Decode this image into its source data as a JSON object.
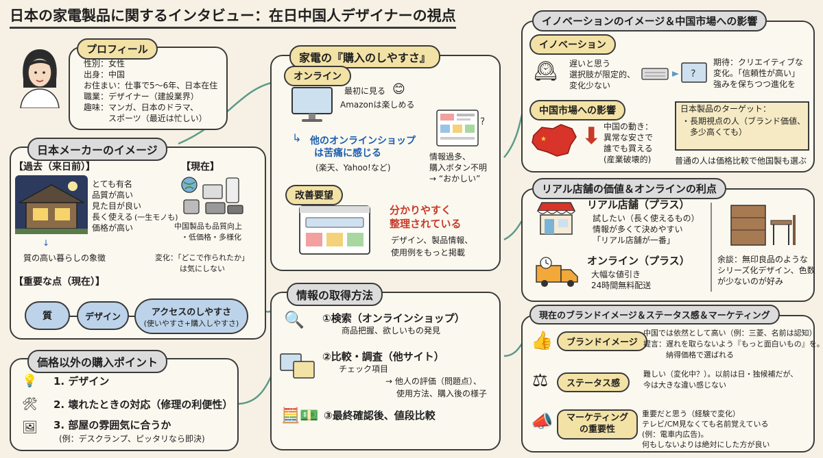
{
  "title": "日本の家電製品に関するインタビュー：在日中国人デザイナーの視点",
  "profile": {
    "heading": "プロフィール",
    "lines": [
      "性別：女性",
      "出身：中国",
      "お住まい：仕事で5〜6年、日本在住",
      "職業：デザイナー（建設業界）",
      "趣味：マンガ、日本のドラマ、",
      "　　　スポーツ（最近は忙しい）"
    ]
  },
  "maker": {
    "heading": "日本メーカーのイメージ",
    "past_label": "【過去（来日前）】",
    "past_lines": [
      "とても有名",
      "品質が高い",
      "見た目が良い",
      "長く使える",
      "価格が高い"
    ],
    "past_note": "(一生モノも)",
    "past_result": "質の高い暮らしの象徴",
    "now_label": "【現在】",
    "now_lines": [
      "中国製品も品質向上",
      "・低価格・多様化"
    ],
    "change_lines": [
      "変化：「どこで作られたか」",
      "は気にしない"
    ],
    "important_label": "【重要な点（現在）】",
    "points": [
      "質",
      "デザイン",
      "アクセスのしやすさ"
    ],
    "points_sub": "(使いやすさ+購入しやすさ)"
  },
  "other": {
    "heading": "価格以外の購入ポイント",
    "items": [
      "1. デザイン",
      "2. 壊れたときの対応（修理の利便性）",
      "3. 部屋の雰囲気に合うか"
    ],
    "item3_sub": "(例：デスクランプ、ピッタリなら即決)"
  },
  "ease": {
    "heading": "家電の『購入のしやすさ』",
    "online_label": "オンライン",
    "first_look": "最初に見る",
    "amazon": "Amazonは楽しめる",
    "other_shop_lines": [
      "他のオンラインショップ",
      "は苦痛に感じる"
    ],
    "other_shop_sub": "(楽天、Yahoo!など)",
    "info_lines": [
      "情報過多、",
      "購入ボタン不明",
      "→ “おかしい”"
    ],
    "improve_label": "改善要望",
    "improve_red": [
      "分かりやすく",
      "整理されている"
    ],
    "improve_lines": [
      "デザイン、製品情報、",
      "使用例をもっと掲載"
    ]
  },
  "info": {
    "heading": "情報の取得方法",
    "step1_title": "①検索（オンラインショップ）",
    "step1_sub": "商品把握、欲しいもの発見",
    "step2_title": "②比較・調査（他サイト）",
    "step2_sub": "チェック項目",
    "step2_lines": [
      "→ 他人の評価（問題点）、",
      "使用方法、購入後の様子"
    ],
    "step3_title": "③最終確認後、値段比較"
  },
  "innov": {
    "heading": "イノベーションのイメージ＆中国市場への影響",
    "sub1": "イノベーション",
    "slow_lines": [
      "遅いと思う",
      "選択肢が限定的、",
      "変化少ない"
    ],
    "expect_lines": [
      "期待：クリエイティブな",
      "変化。「信頼性が高い」",
      "強みを保ちつつ進化を"
    ],
    "sub2": "中国市場への影響",
    "china_lines": [
      "中国の動き：",
      "異常な安さで",
      "誰でも買える",
      "(産業破壊的)"
    ],
    "target_lines": [
      "日本製品のターゲット：",
      "・長期視点の人（ブランド価値、",
      "　多少高くても）"
    ],
    "normal": "普通の人は価格比較で他国製も選ぶ"
  },
  "store": {
    "heading": "リアル店舗の価値＆オンラインの利点",
    "real_title": "リアル店舗（プラス）",
    "real_lines": [
      "試したい（長く使えるもの）",
      "情報が多くて決めやすい",
      "「リアル店舗が一番」"
    ],
    "online_title": "オンライン（プラス）",
    "online_lines": [
      "大幅な値引き",
      "24時間無料配送"
    ],
    "aside_lines": [
      "余談：無印良品のような",
      "シリーズ化デザイン、色数",
      "が少ないのが好み"
    ]
  },
  "brand": {
    "heading": "現在のブランドイメージ＆ステータス感＆マーケティング",
    "b1_label": "ブランドイメージ",
    "b1_lines": [
      "中国では依然として高い（例：三菱、名前は認知）",
      "提言：遅れを取らないよう『もっと面白いもの』を。",
      "　　　納得価格で選ばれる"
    ],
    "b2_label": "ステータス感",
    "b2_lines": [
      "難しい（変化中？）。以前は日・独候補だが、",
      "今は大きな違い感じない"
    ],
    "b3_label_lines": [
      "マーケティング",
      "の重要性"
    ],
    "b3_lines": [
      "重要だと思う（経験で変化）",
      "テレビ/CM見なくても名前覚えている",
      "(例：電車内広告)。",
      "何もしないよりは絶対にした方が良い"
    ]
  },
  "colors": {
    "background": "#f6f1e4",
    "pill": "#f3e2a6",
    "oval": "#bcd3ea",
    "blue_text": "#1b5fb0",
    "red_text": "#c73a2a",
    "connector": "#5a9a8a"
  }
}
